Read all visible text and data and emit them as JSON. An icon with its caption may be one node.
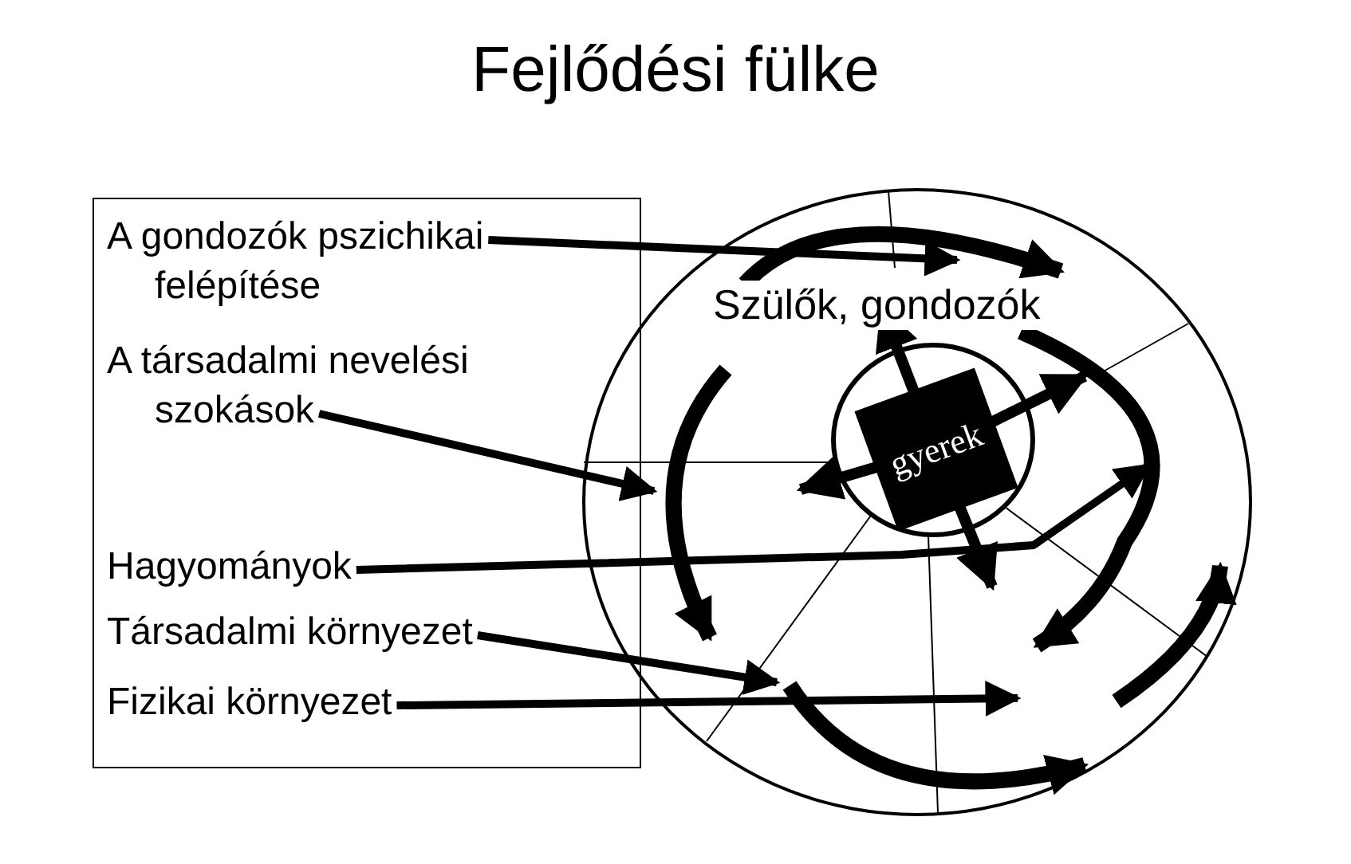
{
  "diagram": {
    "title": "Fejlődési fülke",
    "nodes": [
      {
        "text": [],
        "shape": "box"
      },
      {
        "text": [
          "A gondozók pszichikai felépítése"
        ],
        "in": 0
      },
      {
        "text": [
          "A társadalmi nevelési szokások"
        ],
        "in": 0
      },
      {
        "text": [
          "Hagyományok"
        ],
        "in": 0
      },
      {
        "text": [
          "Társadalmi környezet"
        ],
        "in": 0
      },
      {
        "text": [
          "Fizikai környezet"
        ],
        "in": 0
      },
      {
        "text": [
          "Szülők, gondozók"
        ]
      },
      {
        "text": [],
        "shape": "circle",
        "in": 6
      },
      {
        "text": [
          "gyerek"
        ],
        "in": 7
      }
    ],
    "edges": [
      {
        "from": 1,
        "to": 6,
        "arrow": "to"
      },
      {
        "from": 2,
        "to": 6,
        "arrow": "to"
      },
      {
        "from": 3,
        "to": 6,
        "arrow": "to"
      },
      {
        "from": 4,
        "to": 6,
        "arrow": "to"
      },
      {
        "from": 5,
        "to": 6,
        "arrow": "to"
      },
      {
        "from": 8,
        "to": null,
        "arrow": "to"
      },
      {
        "from": 8,
        "to": null,
        "arrow": "to"
      },
      {
        "from": 8,
        "to": null,
        "arrow": "to"
      },
      {
        "from": 8,
        "to": null,
        "arrow": "to"
      }
    ]
  }
}
